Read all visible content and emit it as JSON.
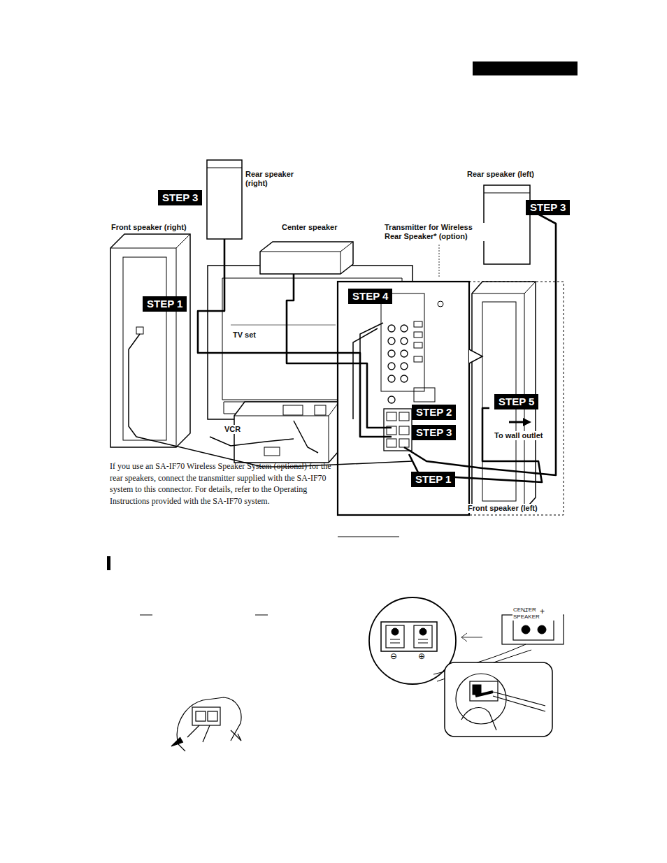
{
  "diagram": {
    "nodes": [
      {
        "text": [
          "STEP 3"
        ]
      },
      {
        "text": [
          "STEP 3"
        ]
      },
      {
        "text": [
          "STEP 1"
        ]
      },
      {
        "text": [
          "STEP 4"
        ]
      },
      {
        "text": [
          "STEP 5"
        ]
      },
      {
        "text": [
          "STEP 2"
        ]
      },
      {
        "text": [
          "STEP 3"
        ]
      },
      {
        "text": [
          "STEP 1"
        ]
      }
    ],
    "labels": [
      "Rear speaker (right)",
      "Rear speaker (left)",
      "Front speaker (right)",
      "Center speaker",
      "Transmitter for Wireless Rear Speaker* (option)",
      "TV set",
      "VCR",
      "To wall outlet",
      "Front speaker (left)",
      "If you use an SA-IF70 Wireless Speaker System (optional) for the rear speakers, connect the transmitter supplied with the SA-IF70 system to this connector. For details, refer to the Operating Instructions provided with the SA-IF70 system.",
      "CENTER SPEAKER",
      "−",
      "+",
      "⊖",
      "⊕"
    ]
  }
}
